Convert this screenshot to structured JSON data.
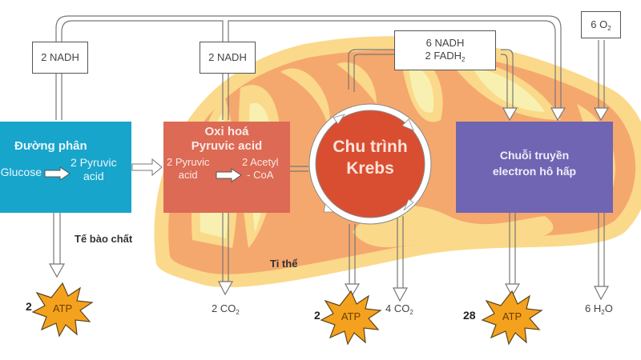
{
  "diagram": {
    "colors": {
      "glycolysis": "#18a5cc",
      "pyruvate_oxidation": "#dc6a55",
      "krebs": "#d94e30",
      "etc": "#6f65b2",
      "atp_star": "#f4a21e",
      "mito_outer": "#fbd98a",
      "mito_inner": "#f5a86e",
      "mito_matrix": "#f8f0b0"
    },
    "stages": {
      "glycolysis": {
        "title": "Đường phân",
        "input": "Glucose",
        "output_line1": "2 Pyruvic",
        "output_line2": "acid"
      },
      "pyruvate_oxidation": {
        "title_line1": "Oxi hoá",
        "title_line2": "Pyruvic acid",
        "input_line1": "2 Pyruvic",
        "input_line2": "acid",
        "output_line1": "2 Acetyl",
        "output_line2": "- CoA"
      },
      "krebs": {
        "title_line1": "Chu trình",
        "title_line2": "Krebs"
      },
      "etc": {
        "title_line1": "Chuỗi truyền",
        "title_line2": "electron hô hấp"
      }
    },
    "carriers": {
      "glycolysis_nadh": "2 NADH",
      "oxidation_nadh": "2 NADH",
      "krebs_nadh": "6 NADH",
      "krebs_fadh_prefix": "2 FADH",
      "krebs_fadh_sub": "2",
      "oxygen_prefix": "6 O",
      "oxygen_sub": "2"
    },
    "regions": {
      "cytoplasm": "Tế bào chất",
      "mitochondrion": "Ti thể"
    },
    "products": {
      "glycolysis_atp_count": "2",
      "krebs_atp_count": "2",
      "etc_atp_count": "28",
      "atp_label": "ATP",
      "co2_oxidation_prefix": "2 CO",
      "co2_oxidation_sub": "2",
      "co2_krebs_prefix": "4 CO",
      "co2_krebs_sub": "2",
      "water_prefix": "6 H",
      "water_sub": "2",
      "water_suffix": "O"
    }
  }
}
